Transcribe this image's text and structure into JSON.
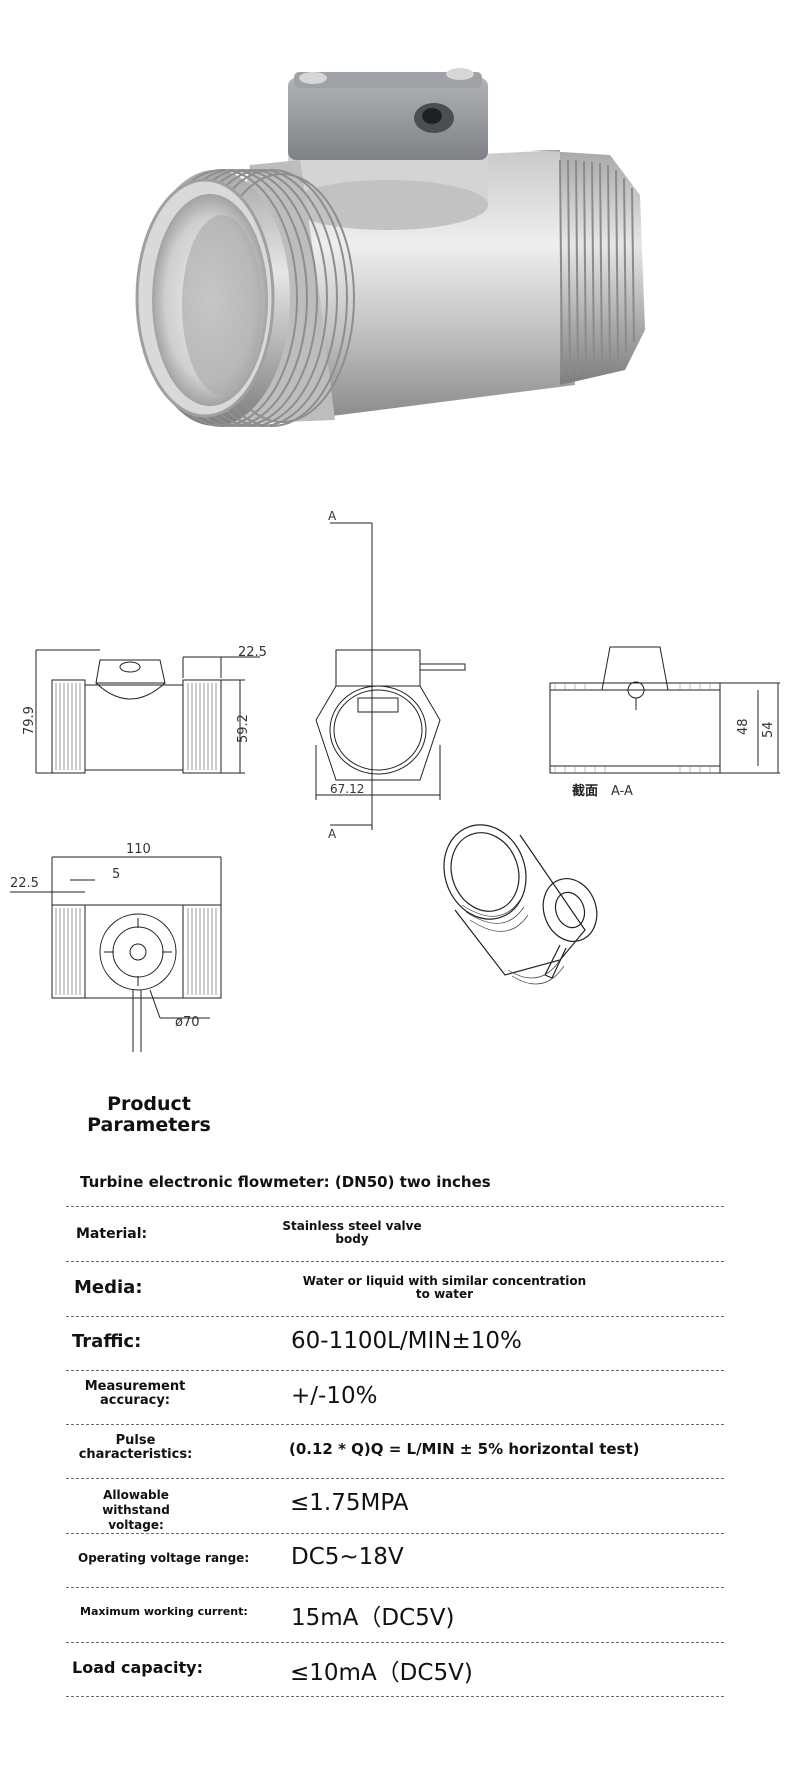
{
  "drawing": {
    "dim_22_5_top": "22.5",
    "dim_79_9": "79.9",
    "dim_59_2": "59.2",
    "dim_67_12": "67.12",
    "section_a_top": "A",
    "section_a_bottom": "A",
    "dim_48": "48",
    "dim_54": "54",
    "section_caption_cn": "截面",
    "section_caption": "A-A",
    "dim_110": "110",
    "dim_22_5_bottom": "22.5",
    "dim_5": "5",
    "dim_phi70": "ø70"
  },
  "params": {
    "heading_line1": "Product",
    "heading_line2": "Parameters",
    "subtitle": "Turbine electronic flowmeter: (DN50) two inches",
    "rows": [
      {
        "label": "Material:",
        "value": "Stainless steel valve body"
      },
      {
        "label": "Media:",
        "value": "Water or liquid with similar concentration to water"
      },
      {
        "label": "Traffic:",
        "value": "60-1100L/MIN±10%"
      },
      {
        "label": "Measurement accuracy:",
        "value": "+/-10%"
      },
      {
        "label": "Pulse characteristics:",
        "value": "(0.12 * Q)Q = L/MIN ± 5% horizontal test)"
      },
      {
        "label": "Allowable withstand voltage:",
        "value": "≤1.75MPA"
      },
      {
        "label": "Operating voltage range:",
        "value": "DC5~18V"
      },
      {
        "label": "Maximum working current:",
        "value": "15mA（DC5V)"
      },
      {
        "label": "Load capacity:",
        "value": "≤10mA（DC5V)"
      }
    ]
  }
}
